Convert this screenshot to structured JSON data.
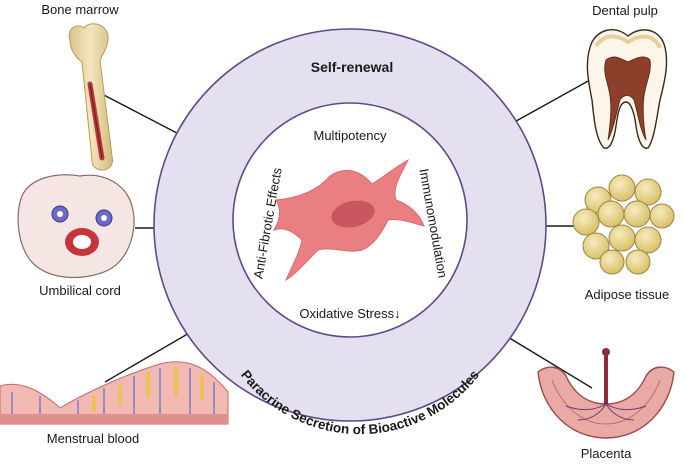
{
  "sources": {
    "bone_marrow": "Bone marrow",
    "dental_pulp": "Dental pulp",
    "umbilical_cord": "Umbilical cord",
    "adipose_tissue": "Adipose tissue",
    "menstrual_blood": "Menstrual blood",
    "placenta": "Placenta"
  },
  "outer_ring": {
    "top": "Self-renewal",
    "bottom": "Paracrine Secretion of Bioactive Molecules"
  },
  "inner_ring": {
    "top": "Multipotency",
    "right": "Immunomodulation",
    "bottom": "Oxidative Stress↓",
    "left": "Anti-Fibrotic Effects"
  },
  "colors": {
    "outer_circle": "#e5e0f0",
    "outer_stroke": "#5e4a8a",
    "inner_circle": "#ffffff",
    "cell": "#ea7f83",
    "nucleus": "#c85760",
    "bone": "#e8d7a6",
    "marrow": "#b9353c",
    "fat_cell": "#ecd98a"
  }
}
